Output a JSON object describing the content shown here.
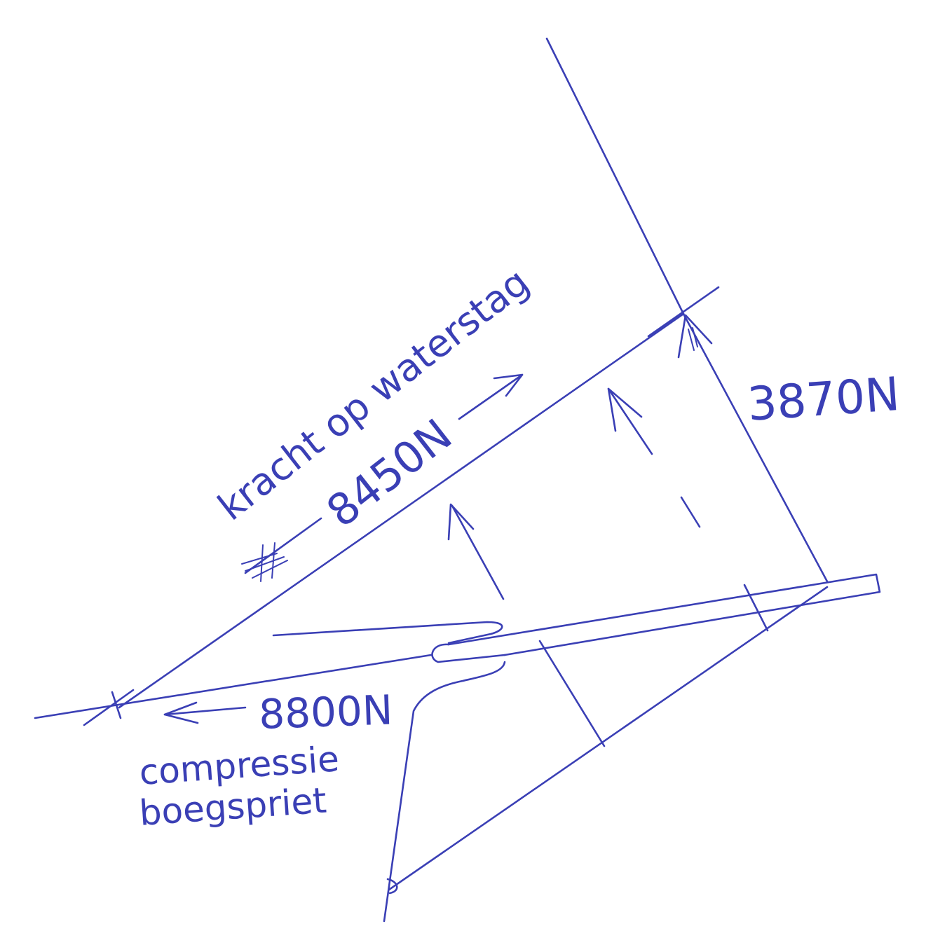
{
  "labels": {
    "force_forestay_text": "kracht op waterstag",
    "force_forestay_value": "8450N",
    "force_vertical_value": "3870N",
    "force_bowsprit_value": "8800N",
    "bowsprit_caption_line1": "compressie",
    "bowsprit_caption_line2": "boegspriet"
  },
  "colors": {
    "ink": "#3a3fb5",
    "paper": "#ffffff"
  }
}
